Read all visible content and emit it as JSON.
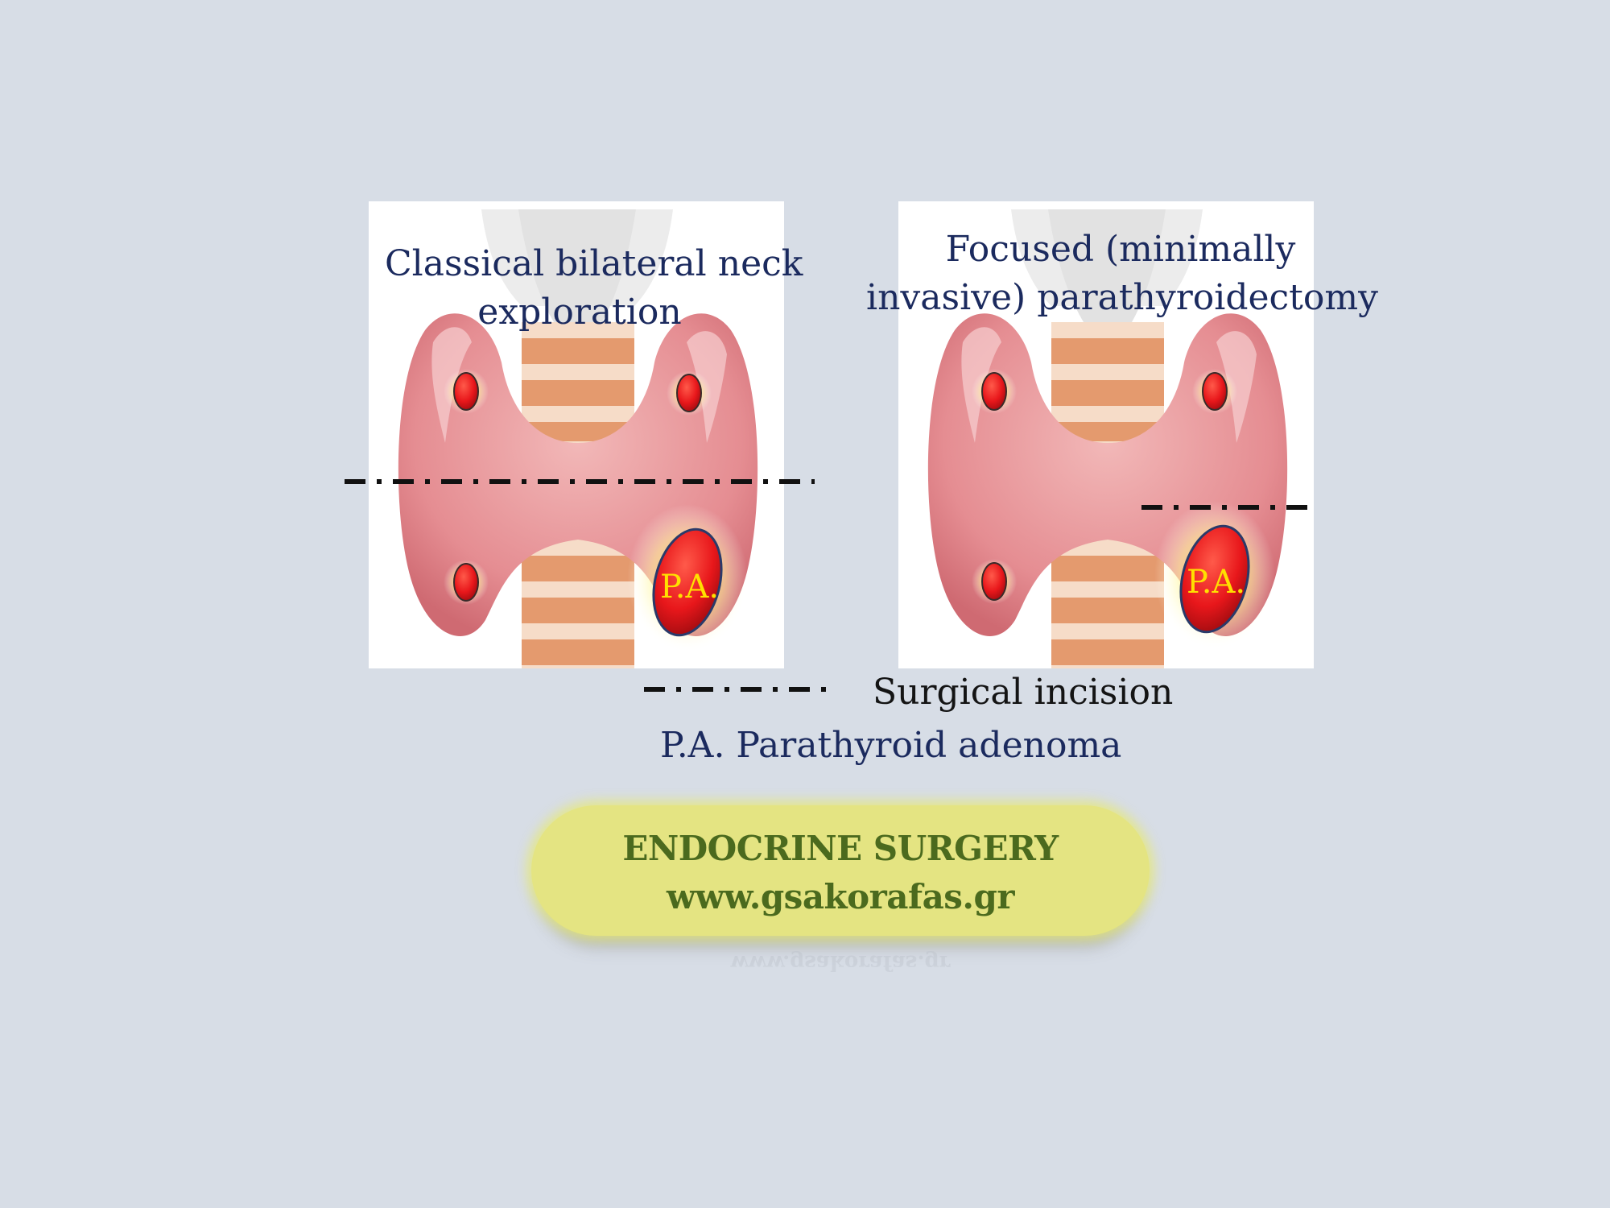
{
  "panels": [
    {
      "title": "Classical bilateral neck exploration",
      "adenoma_label": "P.A."
    },
    {
      "title": "Focused (minimally invasive) parathyroidectomy",
      "adenoma_label": "P.A."
    }
  ],
  "legend": {
    "incision": "Surgical incision",
    "pa": "P.A. Parathyroid adenoma"
  },
  "banner": {
    "line1": "ENDOCRINE SURGERY",
    "line2": "www.gsakorafas.gr"
  },
  "colors": {
    "background": "#d7dde6",
    "title_text": "#1b2a5e",
    "thyroid": "#e38a8e",
    "parathyroid": "#e8171b",
    "adenoma_label": "#ffe000",
    "banner": "#e4e482",
    "banner_text": "#4b6a1e"
  }
}
